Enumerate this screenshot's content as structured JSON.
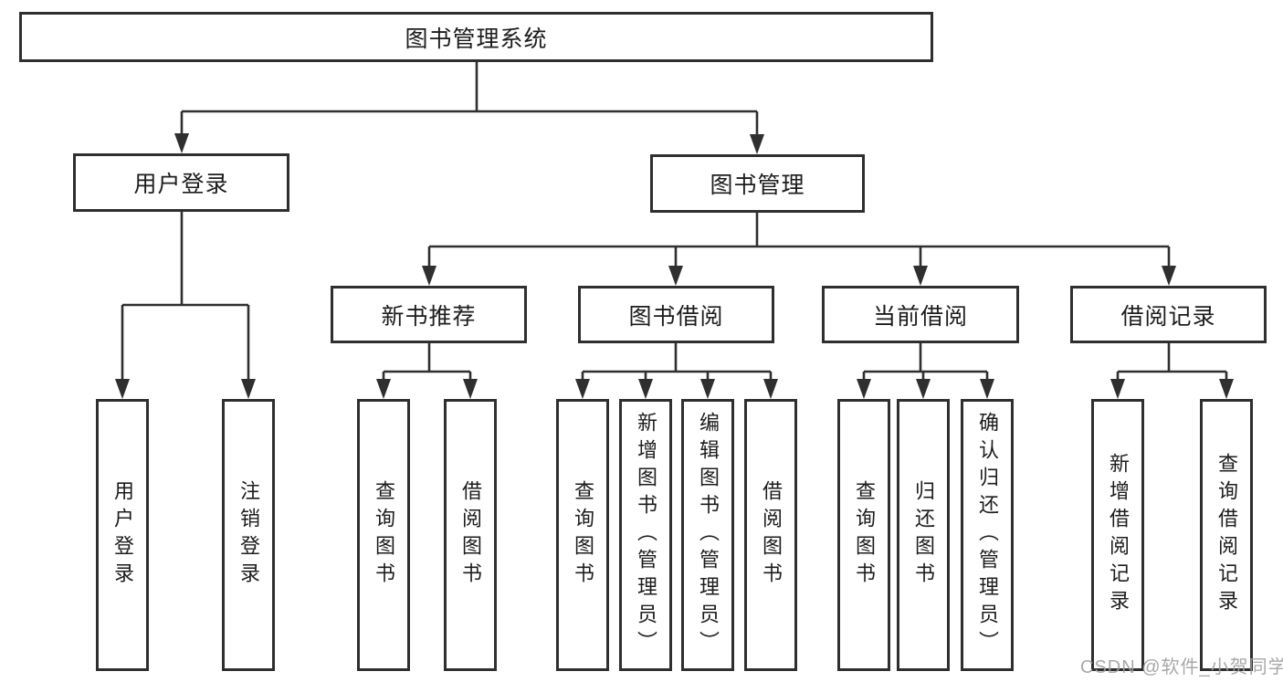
{
  "tree": {
    "root": {
      "label": "图书管理系统"
    },
    "children": [
      {
        "label": "用户登录",
        "children": [
          {
            "label": "用户登录"
          },
          {
            "label": "注销登录"
          }
        ]
      },
      {
        "label": "图书管理",
        "children": [
          {
            "label": "新书推荐",
            "children": [
              {
                "label": "查询图书"
              },
              {
                "label": "借阅图书"
              }
            ]
          },
          {
            "label": "图书借阅",
            "children": [
              {
                "label": "查询图书"
              },
              {
                "label": "新增图书（管理员）"
              },
              {
                "label": "编辑图书（管理员）"
              },
              {
                "label": "借阅图书"
              }
            ]
          },
          {
            "label": "当前借阅",
            "children": [
              {
                "label": "查询图书"
              },
              {
                "label": "归还图书"
              },
              {
                "label": "确认归还（管理员）"
              }
            ]
          },
          {
            "label": "借阅记录",
            "children": [
              {
                "label": "新增借阅记录"
              },
              {
                "label": "查询借阅记录"
              }
            ]
          }
        ]
      }
    ]
  },
  "colors": {
    "line": "#2f2f2f",
    "text": "#1c1c1c",
    "watermark": "#9e9e9e"
  },
  "watermark": {
    "text": "CSDN @软件_小贺同学"
  }
}
